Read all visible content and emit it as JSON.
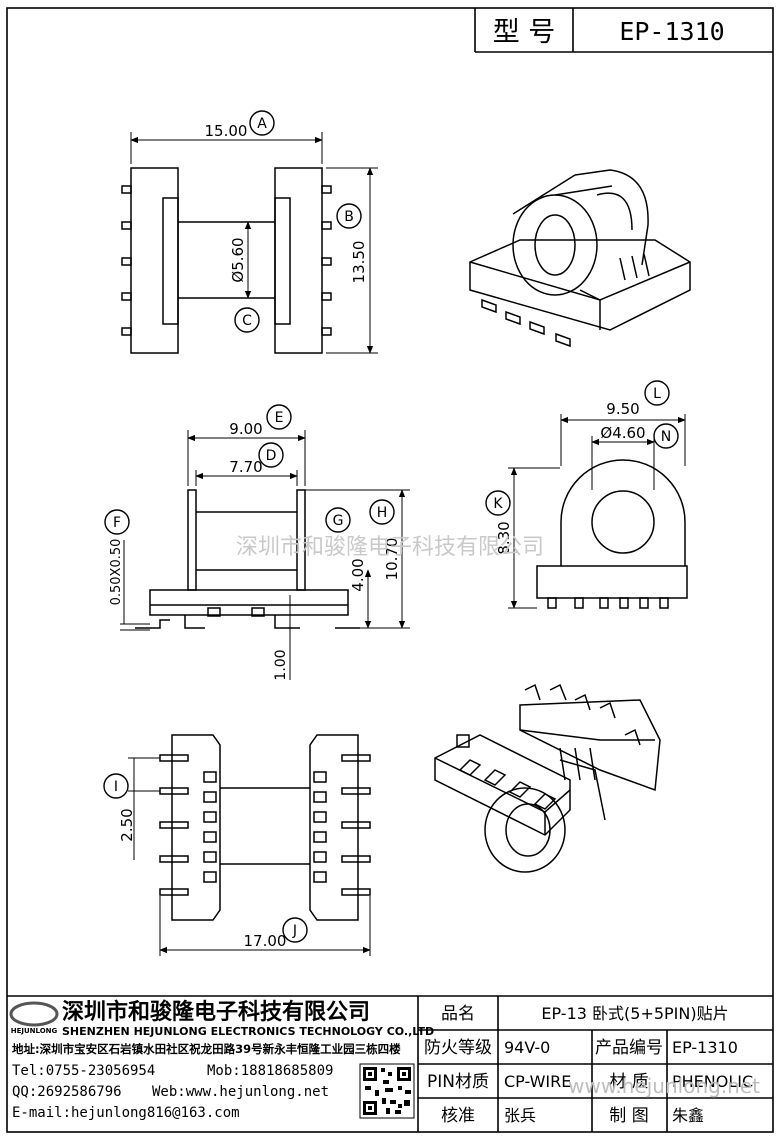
{
  "header": {
    "label": "型 号",
    "model": "EP-1310"
  },
  "dimensions": {
    "A": "15.00",
    "B": "13.50",
    "C": "Ø5.60",
    "E": "9.00",
    "D": "7.70",
    "F": "0.50X0.50",
    "G": "4.00",
    "H": "10.70",
    "one": "1.00",
    "L": "9.50",
    "N": "Ø4.60",
    "K": "8.30",
    "I": "2.50",
    "J": "17.00"
  },
  "callouts": [
    "A",
    "B",
    "C",
    "D",
    "E",
    "F",
    "G",
    "H",
    "I",
    "J",
    "K",
    "L",
    "N"
  ],
  "watermark": {
    "center": "深圳市和骏隆电子科技有限公司",
    "bottom": "www.hejunlong.net"
  },
  "company": {
    "logo": "HEJUNLONG",
    "name_cn": "深圳市和骏隆电子科技有限公司",
    "name_en": "SHENZHEN HEJUNLONG ELECTRONICS TECHNOLOGY CO.,LTD",
    "address": "地址:深圳市宝安区石岩镇水田社区祝龙田路39号新永丰恒隆工业园三栋四楼",
    "tel": "Tel:0755-23056954",
    "mob": "Mob:18818685809",
    "qq": "QQ:2692586796",
    "web": "Web:www.hejunlong.net",
    "email": "E-mail:hejunlong816@163.com"
  },
  "specs": {
    "product_name_label": "品名",
    "product_name": "EP-13 卧式(5+5PIN)贴片",
    "fire_rating_label": "防火等级",
    "fire_rating": "94V-0",
    "product_code_label": "产品编号",
    "product_code": "EP-1310",
    "pin_material_label": "PIN材质",
    "pin_material": "CP-WIRE",
    "material_label": "材 质",
    "material": "PHENOLIC",
    "reviewer_label": "核准",
    "reviewer": "张兵",
    "drafter_label": "制 图",
    "drafter": "朱鑫"
  }
}
